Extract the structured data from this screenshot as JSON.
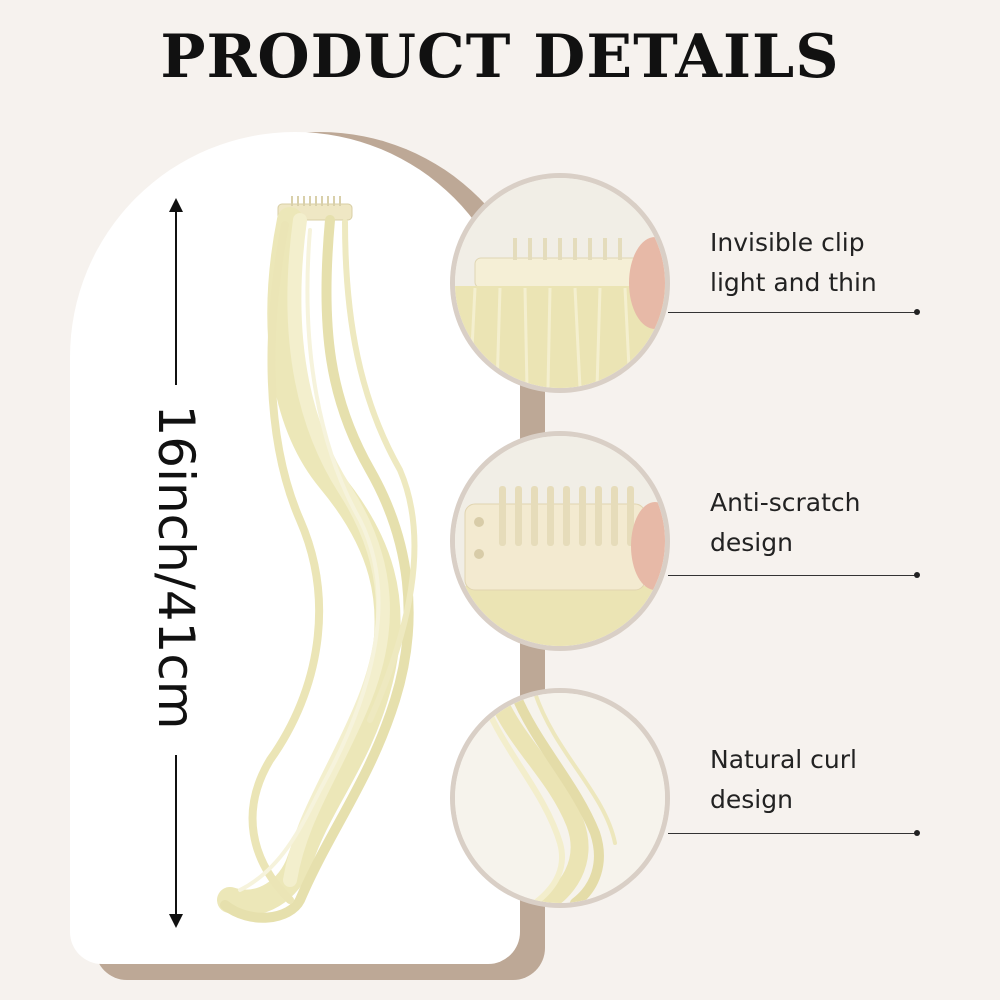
{
  "title": "PRODUCT DETAILS",
  "measurement": {
    "label": "16inch/41cm"
  },
  "colors": {
    "background": "#f6f2ee",
    "arch_border": "#bda896",
    "hair": "#ece7b8",
    "text": "#111111"
  },
  "features": [
    {
      "line1": "Invisible clip",
      "line2": "light and thin",
      "image": "clip-closeup"
    },
    {
      "line1": "Anti-scratch",
      "line2": "design",
      "image": "comb-closeup"
    },
    {
      "line1": "Natural curl",
      "line2": "design",
      "image": "curl-closeup"
    }
  ]
}
